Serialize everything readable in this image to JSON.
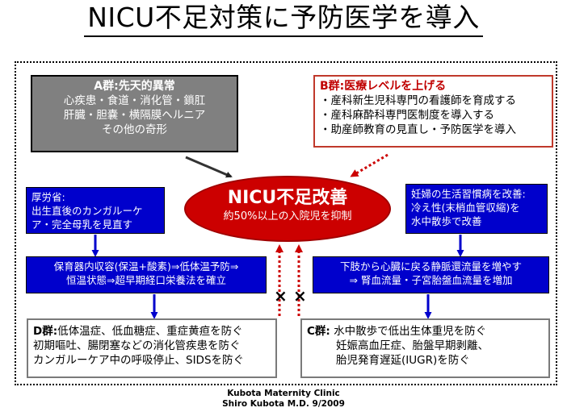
{
  "title": "NICU不足対策に予防医学を導入",
  "group_a": {
    "heading": "A群:先天的異常",
    "lines": [
      "心疾患・食道・消化管・鎖肛",
      "肝臓・胆嚢・横隔膜ヘルニア",
      "その他の奇形"
    ]
  },
  "group_b": {
    "heading": "B群:医療レベルを上げる",
    "lines": [
      "・産科新生児科専門の看護師を育成する",
      "・産科麻酔科専門医制度を導入する",
      "・助産師教育の見直し・予防医学を導入"
    ]
  },
  "center": {
    "main": "NICU不足改善",
    "sub": "約50%以上の入院児を抑制"
  },
  "left_note": {
    "lines": [
      "厚労省:",
      "出生直後のカンガルーケ",
      "ア・完全母乳を見直す"
    ]
  },
  "right_note": {
    "lines": [
      "妊婦の生活習慣病を改善:",
      "冷え性(末梢血管収縮)を",
      "水中散歩で改善"
    ]
  },
  "left_mid": {
    "lines": [
      "保育器内収容(保温+酸素)⇒低体温予防⇒",
      "恒温状態⇒超早期経口栄養法を確立"
    ]
  },
  "right_mid": {
    "lines": [
      "下肢から心臓に戻る静脈還流量を増やす",
      "⇒  腎血流量・子宮胎盤血流量を増加"
    ]
  },
  "group_d": {
    "heading": "D群:",
    "line1": "低体温症、低血糖症、重症黄疸を防ぐ",
    "lines": [
      "初期嘔吐、腸閉塞などの消化管疾患を防ぐ",
      "カンガルーケア中の呼吸停止、SIDSを防ぐ"
    ]
  },
  "group_c": {
    "heading": "C群:",
    "line1": "水中散歩で低出生体重児を防ぐ",
    "lines": [
      "妊娠高血圧症、胎盤早期剥離、",
      "胎児発育遅延(IUGR)を防ぐ"
    ]
  },
  "x_marks": [
    "×",
    "×"
  ],
  "credit": {
    "line1": "Kubota   Maternity   Clinic",
    "line2": "Shiro Kubota M.D.  9/2009"
  },
  "colors": {
    "blue_box": "#0000cc",
    "ellipse": "#cc0000",
    "group_a_fill": "#808080",
    "group_b_border": "#c0392b",
    "red_arrow": "#cc0000"
  }
}
